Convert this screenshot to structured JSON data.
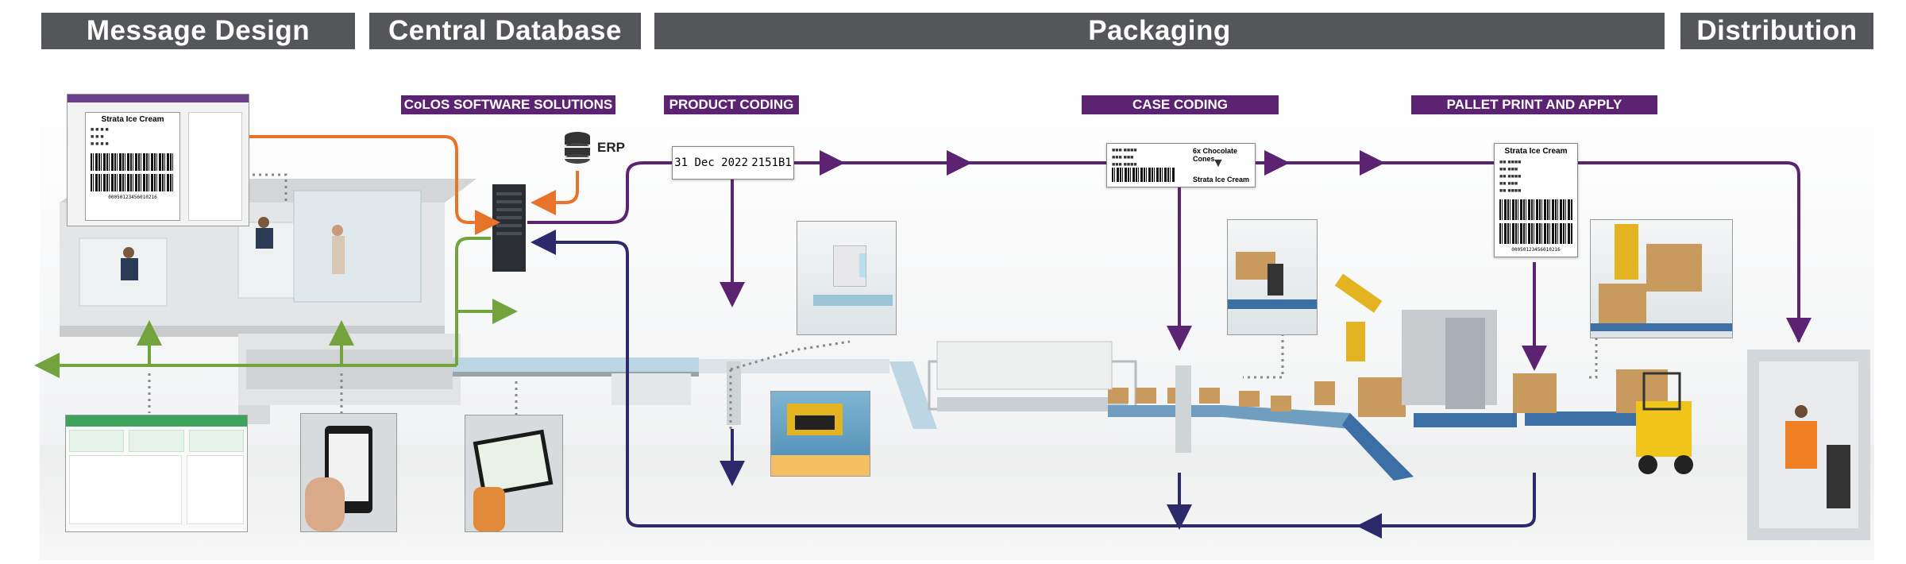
{
  "sections": {
    "message_design": "Message Design",
    "central_database": "Central Database",
    "packaging": "Packaging",
    "distribution": "Distribution"
  },
  "tags": {
    "colos": "CoLOS SOFTWARE SOLUTIONS",
    "product_coding": "PRODUCT CODING",
    "case_coding": "CASE CODING",
    "pallet": "PALLET PRINT AND APPLY"
  },
  "erp_label": "ERP",
  "product_code": {
    "date": "31 Dec 2022",
    "batch": "2151B1"
  },
  "design_label": {
    "title": "Strata Ice Cream",
    "code": "00050123456010216"
  },
  "case_label": {
    "title": "6x Chocolate Cones",
    "brand": "Strata Ice Cream"
  },
  "pallet_label": {
    "title": "Strata Ice Cream",
    "code": "00050123456010216"
  },
  "colors": {
    "header": "#545659",
    "tag": "#5d2373",
    "orange": "#e8732a",
    "green": "#72a33c",
    "purple": "#5d2373",
    "navy": "#2c2a6b"
  }
}
